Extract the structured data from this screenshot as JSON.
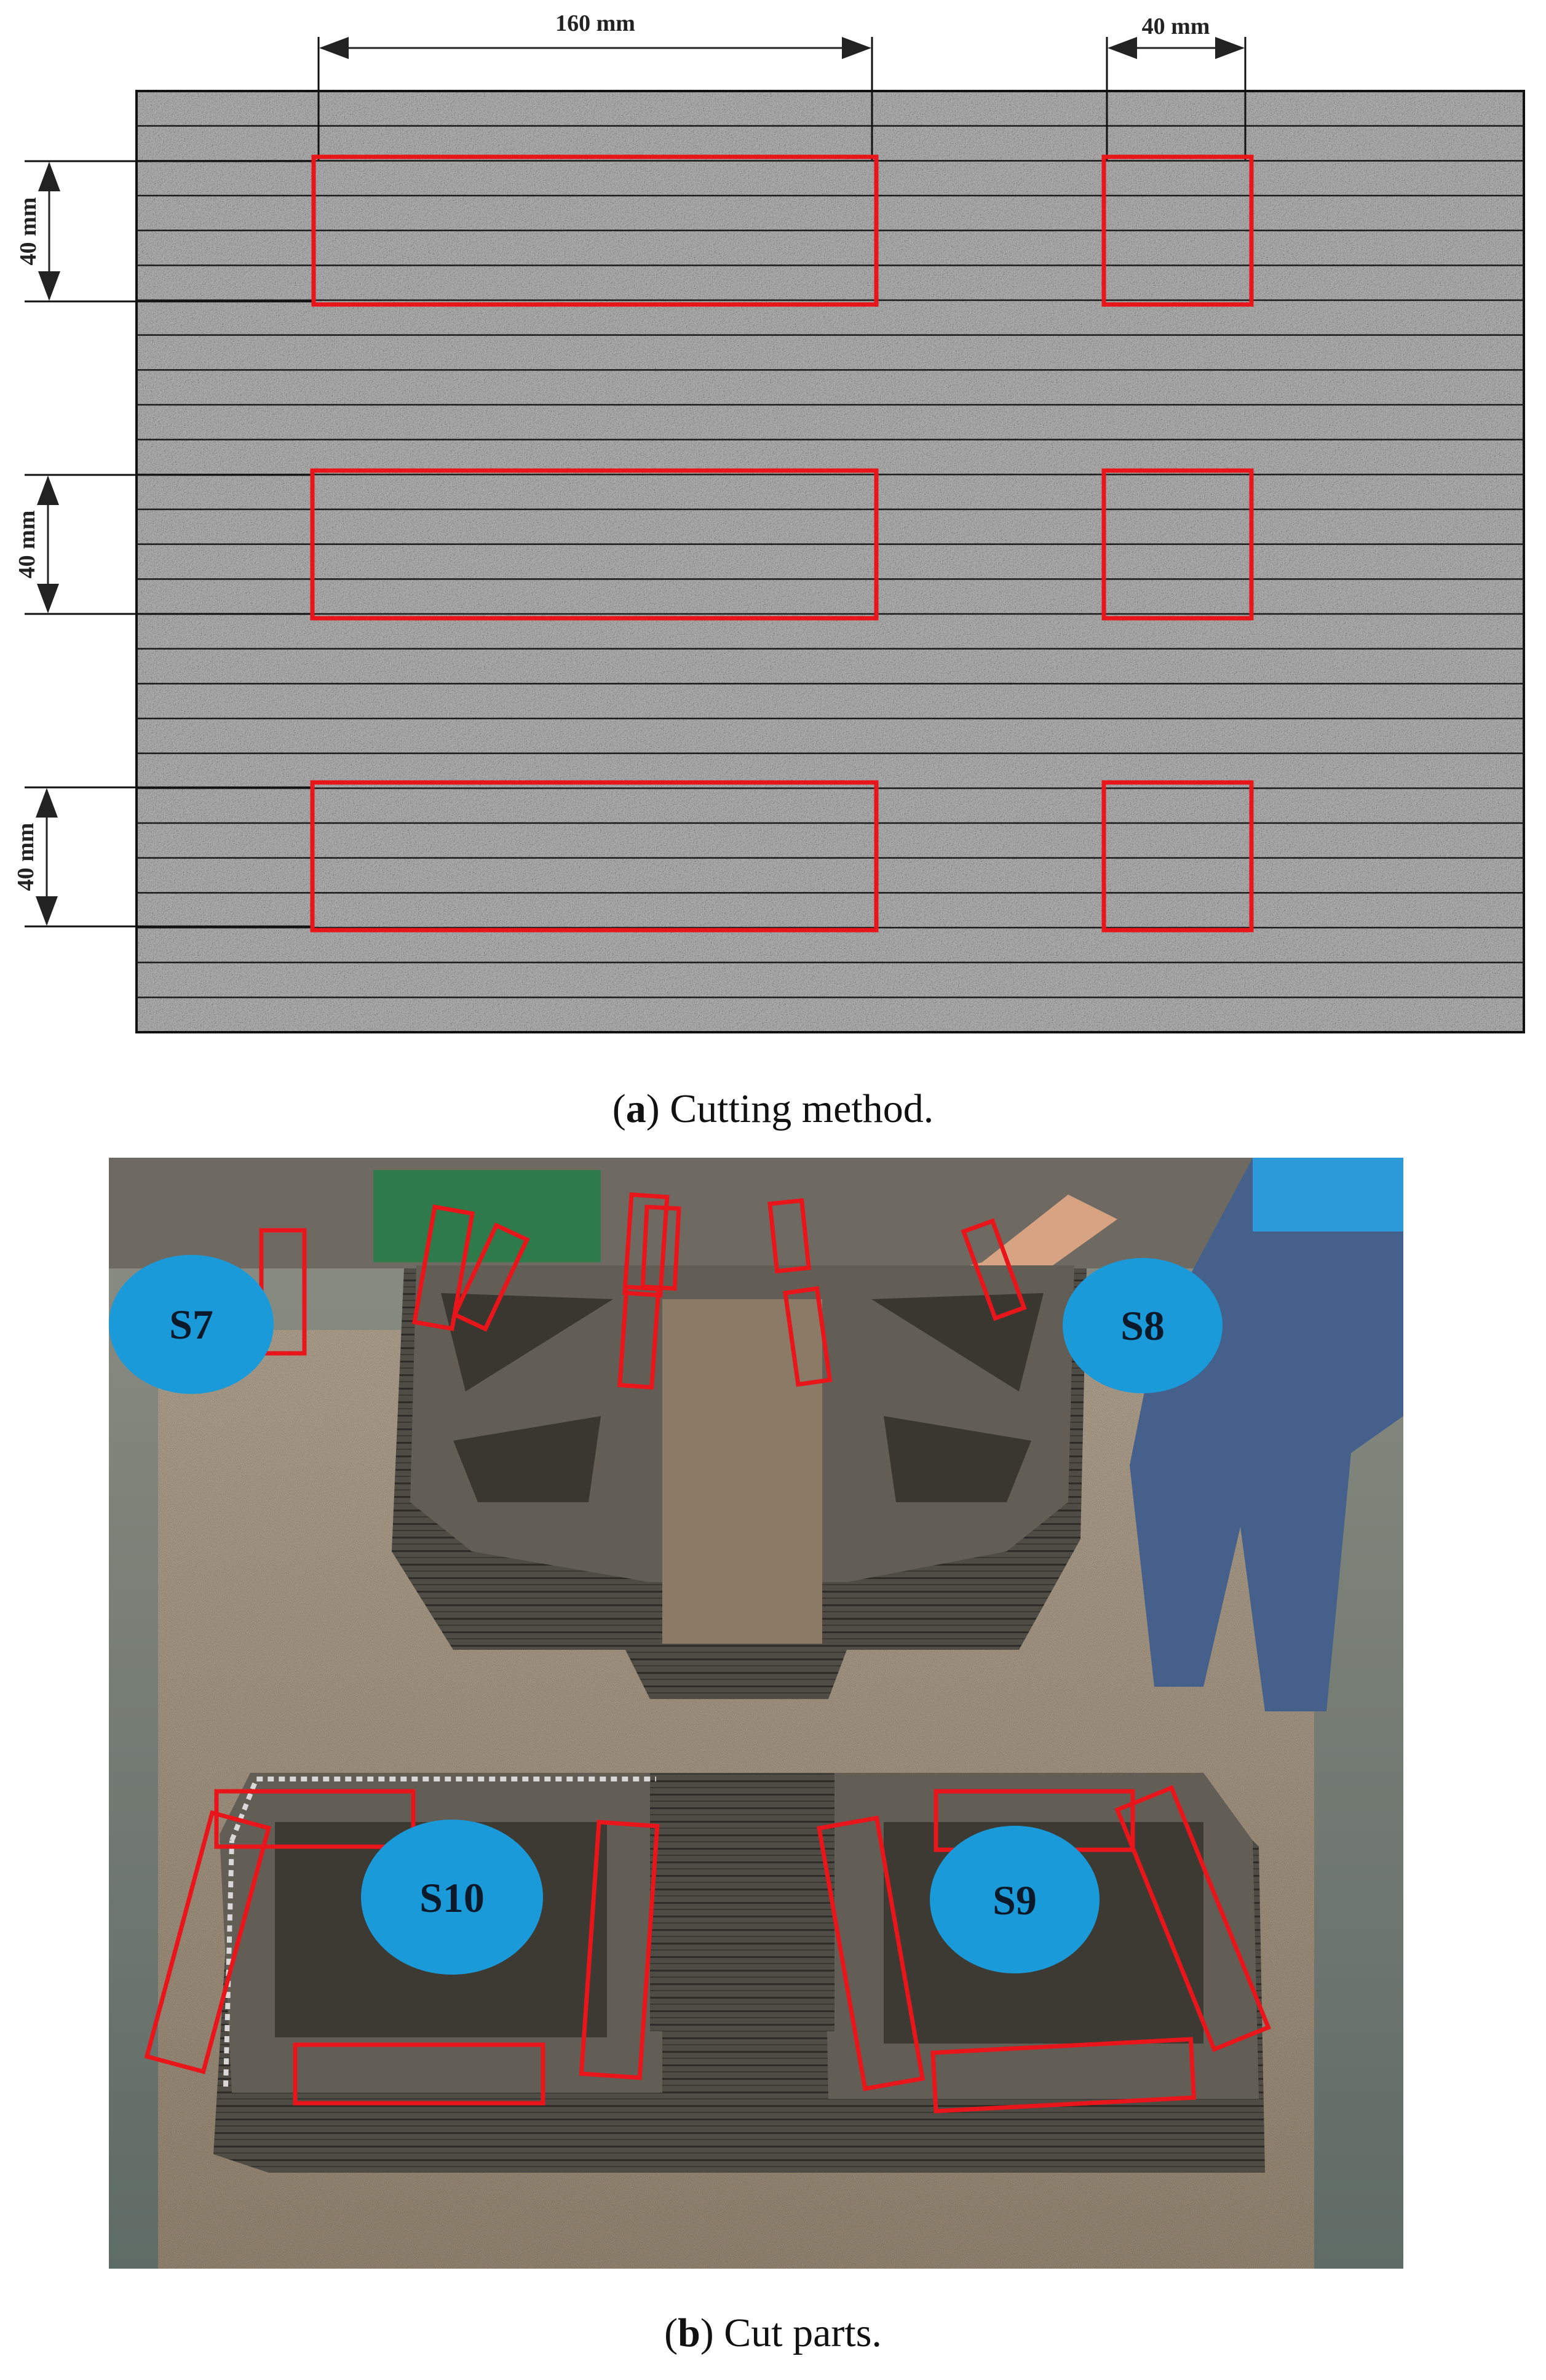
{
  "panel_a": {
    "dimensions": {
      "top_long": "160 mm",
      "top_short": "40 mm",
      "left_row1": "40 mm",
      "left_row2": "40 mm",
      "left_row3": "40 mm"
    },
    "caption": {
      "letter": "a",
      "text": " Cutting method."
    },
    "colors": {
      "stone": "#9a9a9a",
      "cut_box": "#e8151b",
      "layer_line": "#1a1a1a"
    }
  },
  "panel_b": {
    "labels": {
      "s7": "S7",
      "s8": "S8",
      "s9": "S9",
      "s10": "S10"
    },
    "caption": {
      "letter": "b",
      "text": " Cut parts."
    },
    "colors": {
      "label_fill": "#1a9ad8",
      "cut_box": "#e8151b",
      "concrete": "#55524a"
    }
  }
}
